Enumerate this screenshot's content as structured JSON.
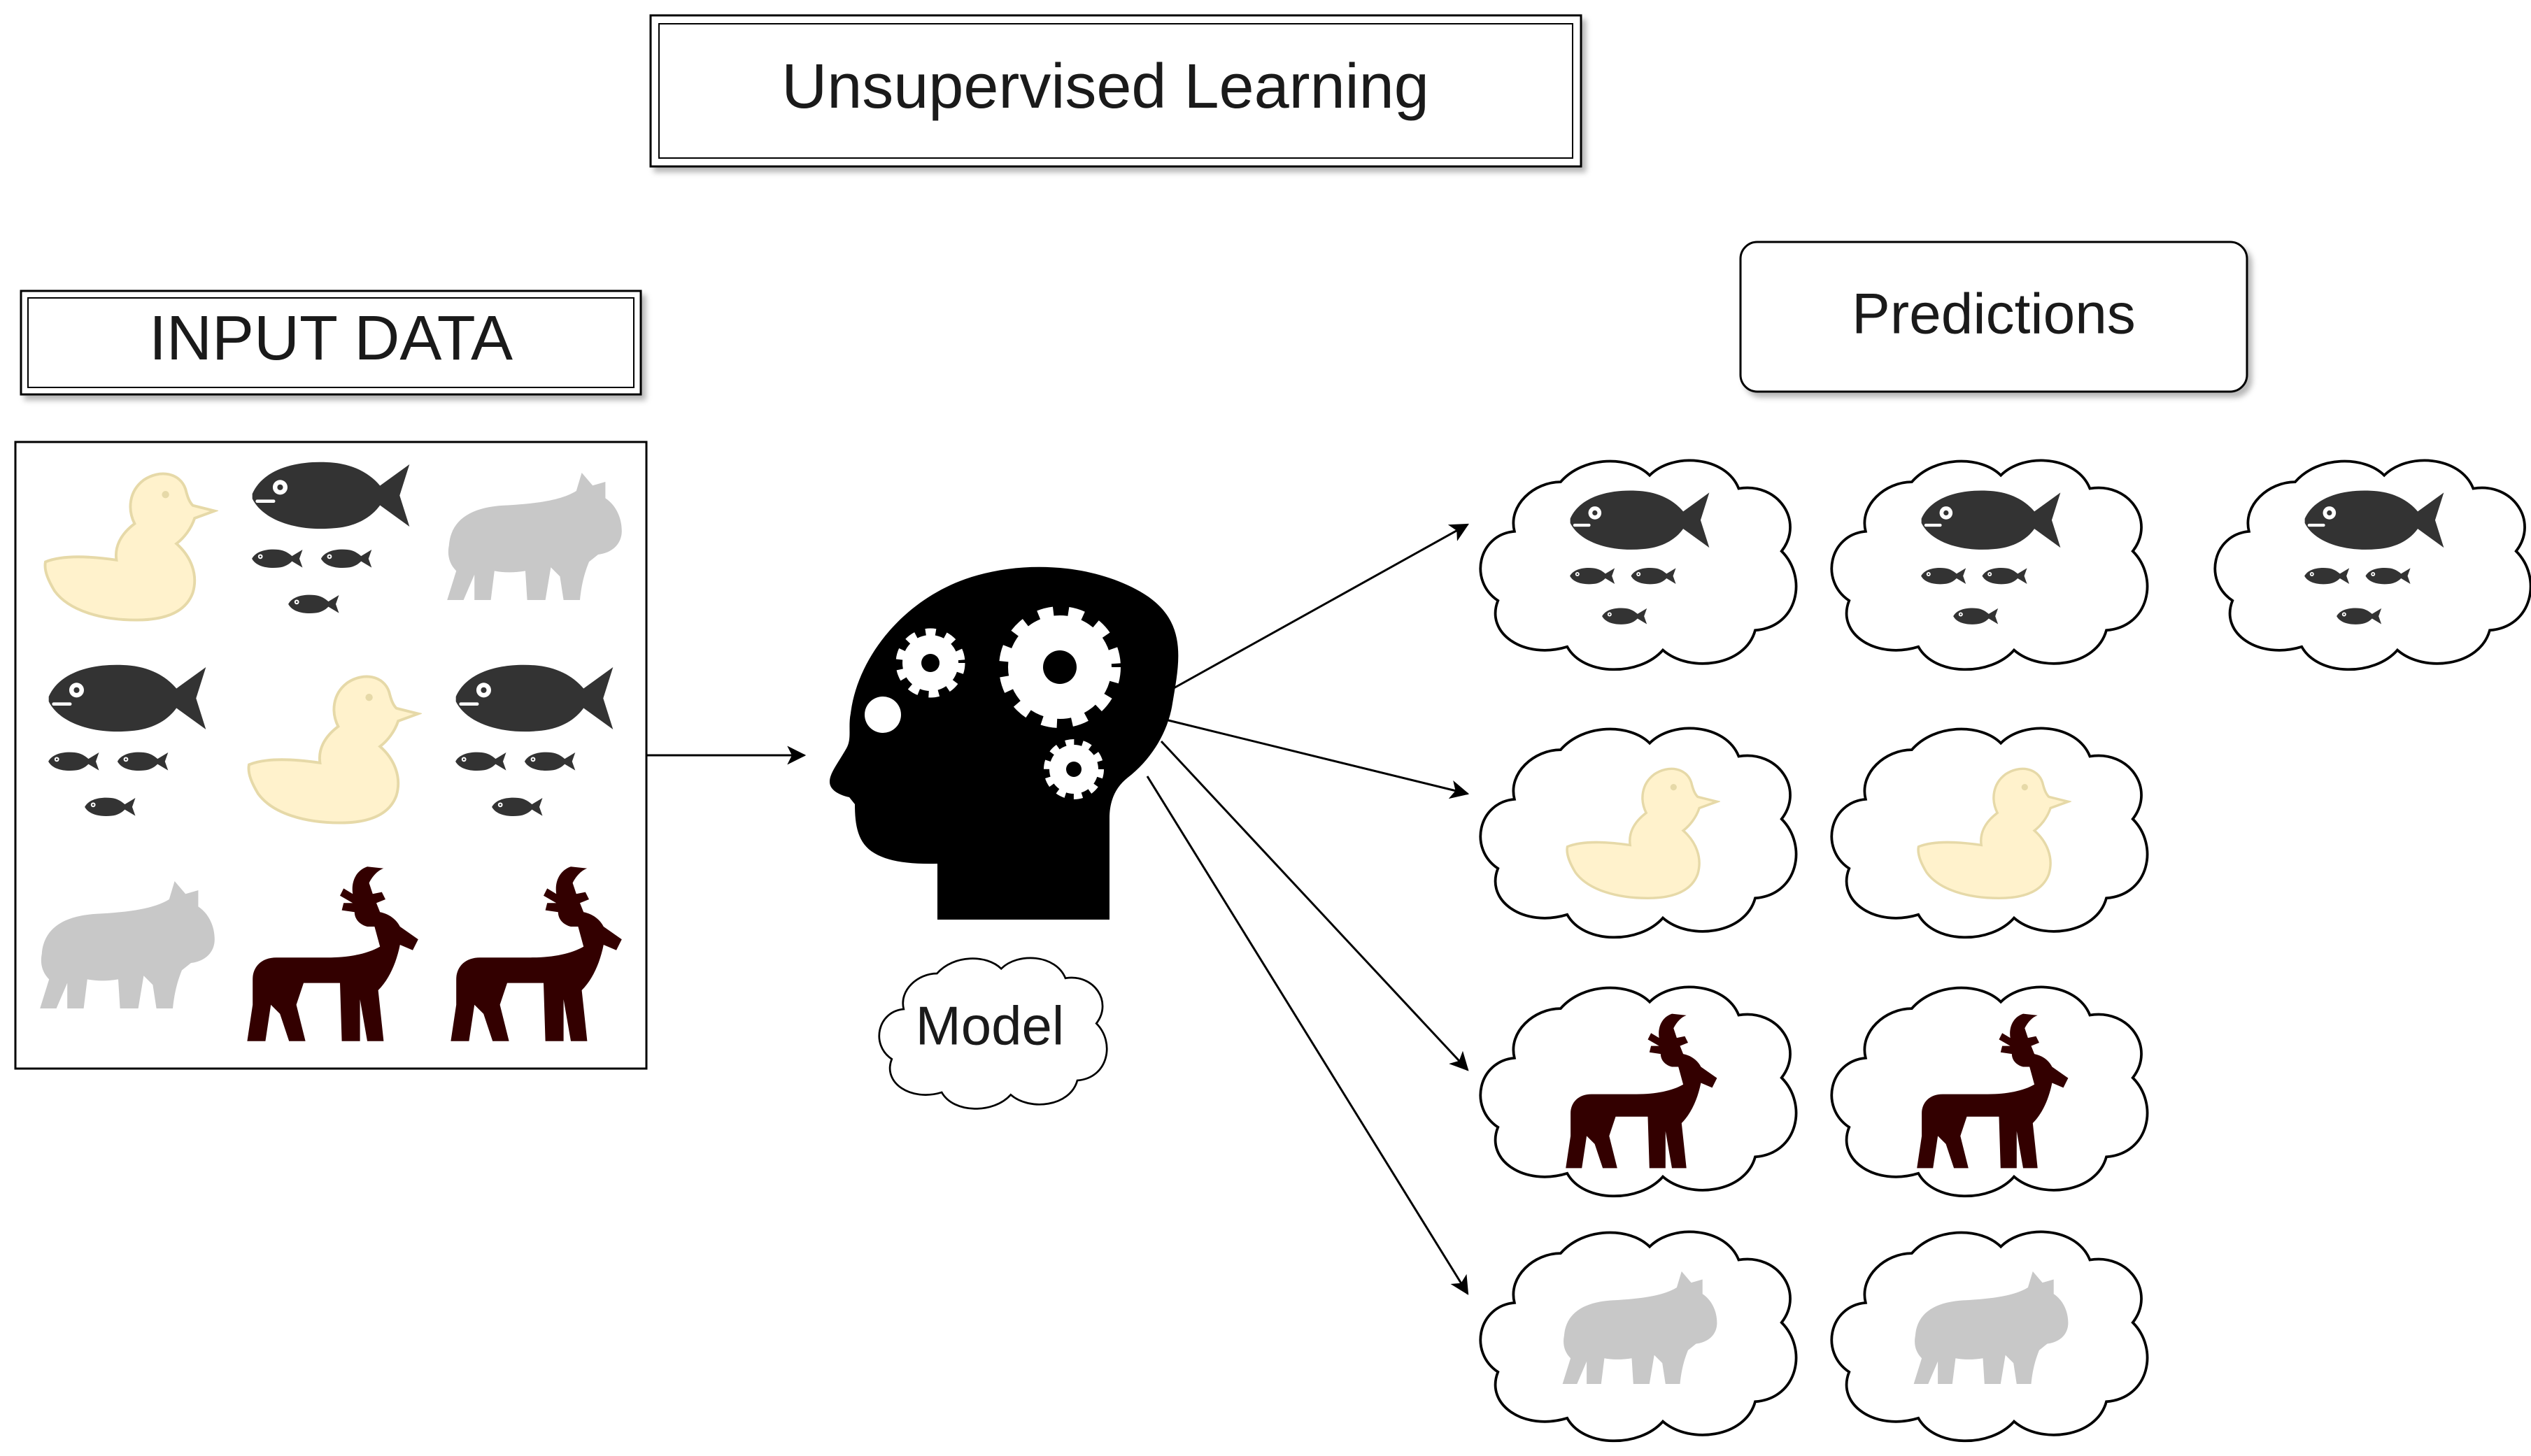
{
  "title": "Unsupervised Learning",
  "input_label": "INPUT DATA",
  "model_label": "Model",
  "predictions_label": "Predictions",
  "colors": {
    "fish": "#333333",
    "duck": "#fff2cc",
    "duck_stroke": "#e6d9a8",
    "bear": "#c8c8c8",
    "deer": "#330000",
    "head": "#000000",
    "line": "#000000"
  },
  "input_grid": [
    [
      "duck-icon",
      "fish-group-icon",
      "bear-icon"
    ],
    [
      "fish-group-icon",
      "duck-icon",
      "fish-group-icon"
    ],
    [
      "bear-icon",
      "deer-icon",
      "deer-icon"
    ]
  ],
  "prediction_clusters": [
    {
      "name": "fish-cluster",
      "icon": "fish-group-icon",
      "count": 3
    },
    {
      "name": "duck-cluster",
      "icon": "duck-icon",
      "count": 2
    },
    {
      "name": "deer-cluster",
      "icon": "deer-icon",
      "count": 2
    },
    {
      "name": "bear-cluster",
      "icon": "bear-icon",
      "count": 2
    }
  ]
}
